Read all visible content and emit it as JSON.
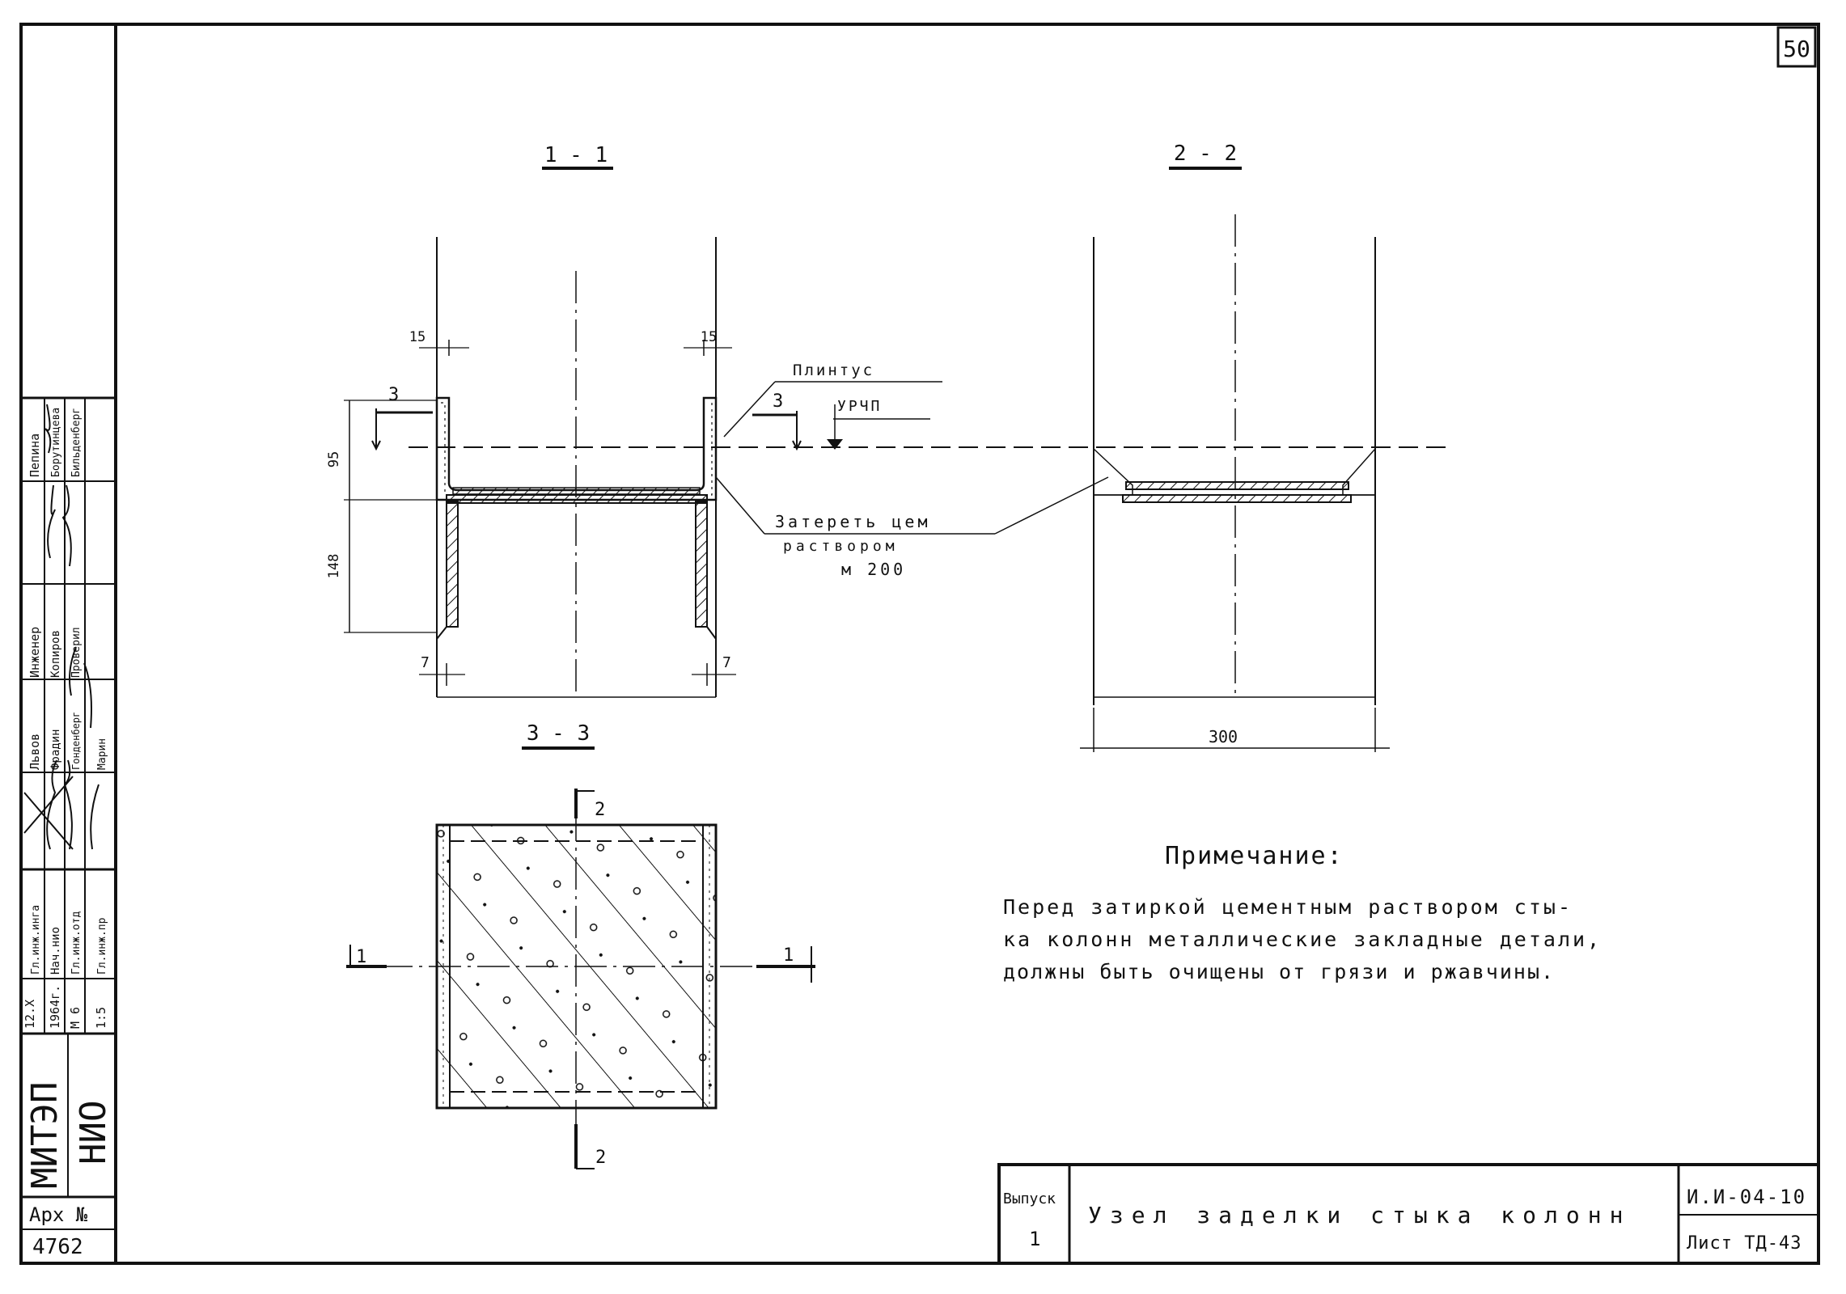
{
  "sheet": {
    "page_number": "50",
    "organization": "МИТЭП",
    "department": "НИО",
    "archive_label": "Арх №",
    "archive_number": "4762"
  },
  "stamp": {
    "row_top": [
      "Пепина",
      "Борутинцева",
      "Бильденберг"
    ],
    "row_engineer": [
      "Инженер",
      "Копиров",
      "Проверил"
    ],
    "row_lvov": [
      "Львов",
      "Фрадин",
      "Гонденберг",
      "Марин"
    ],
    "row_gip": [
      "Гл.инж.инга",
      "Нач.нио",
      "Гл.инж.отд",
      "Гл.инж.пр"
    ],
    "date_day": "12.Х",
    "date_year": "1964г.",
    "scale_label": "М 6",
    "scale_value": "1:5"
  },
  "sections": {
    "s11": "1 - 1",
    "s22": "2 - 2",
    "s33": "3 - 3"
  },
  "dimensions": {
    "d15_left": "15",
    "d15_right": "15",
    "d3_left": "3",
    "d3_right": "3",
    "d95": "95",
    "d148": "148",
    "d7_left": "7",
    "d7_right": "7",
    "d300": "300"
  },
  "callouts": {
    "plinth": "Плинтус",
    "level": "УРЧП",
    "grout_line1": "Затереть цем",
    "grout_line2": "раствором",
    "grout_line3": "м 200"
  },
  "cut_marks": {
    "left": "1",
    "right": "1",
    "top": "2",
    "bottom": "2"
  },
  "note": {
    "title": "Примечание:",
    "line1": "Перед затиркой цементным раствором сты-",
    "line2": "ка колонн металлические закладные детали,",
    "line3": "должны быть очищены от грязи и ржавчины."
  },
  "title_block": {
    "issue_label": "Выпуск",
    "issue_number": "1",
    "title": "Узел заделки стыка колонн",
    "code": "И.И-04-10",
    "sheet": "Лист ТД-43"
  }
}
